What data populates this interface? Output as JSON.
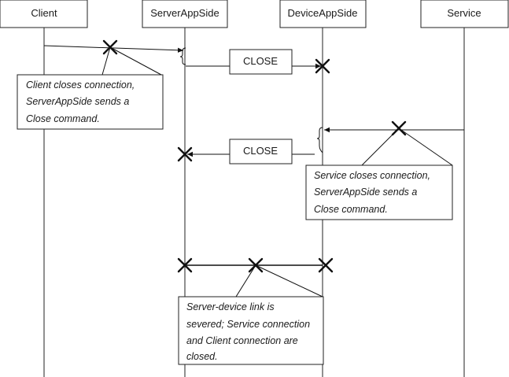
{
  "participants": [
    "Client",
    "ServerAppSide",
    "DeviceAppSide",
    "Service"
  ],
  "messages": [
    "CLOSE",
    "CLOSE"
  ],
  "notes": [
    [
      "Client closes connection,",
      "ServerAppSide sends a",
      "Close command."
    ],
    [
      "Service closes connection,",
      "ServerAppSide sends a",
      "Close command."
    ],
    [
      "Server-device link is",
      "severed; Service connection",
      "and Client connection are",
      "closed."
    ]
  ]
}
